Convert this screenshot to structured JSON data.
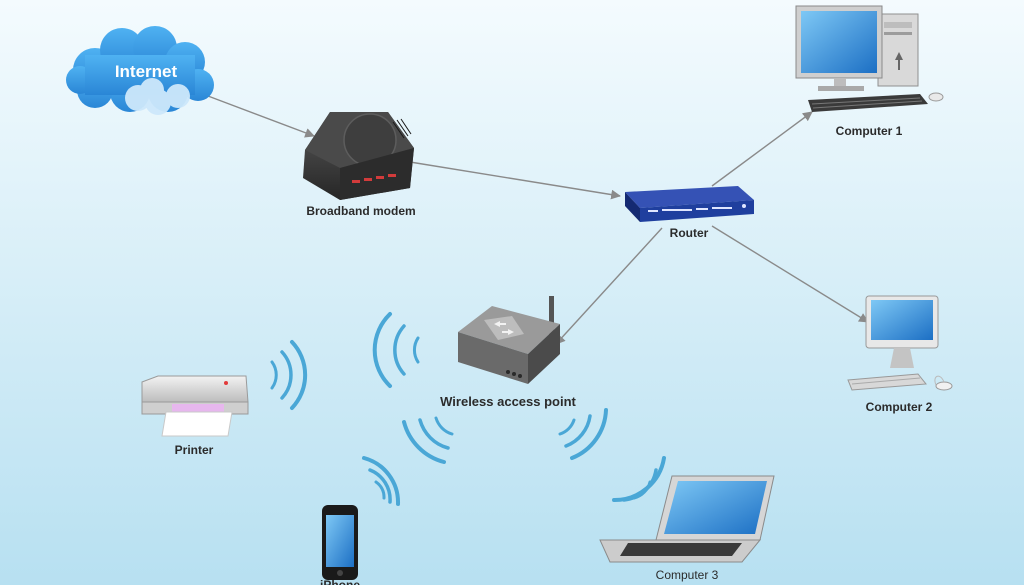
{
  "nodes": {
    "internet": {
      "label": "Internet"
    },
    "modem": {
      "label": "Broadband modem"
    },
    "router": {
      "label": "Router"
    },
    "computer1": {
      "label": "Computer 1"
    },
    "computer2": {
      "label": "Computer 2"
    },
    "access_point": {
      "label": "Wireless access point"
    },
    "printer": {
      "label": "Printer"
    },
    "phone": {
      "label": "iPhone"
    },
    "computer3": {
      "label": "Computer 3"
    }
  },
  "connections": [
    {
      "from": "internet",
      "to": "modem"
    },
    {
      "from": "modem",
      "to": "router"
    },
    {
      "from": "router",
      "to": "computer1"
    },
    {
      "from": "router",
      "to": "computer2"
    },
    {
      "from": "router",
      "to": "access_point"
    }
  ],
  "colors": {
    "background_top": "#f4fbfe",
    "background_bottom": "#b7e0f1",
    "cloud": "#3a9ee4",
    "wifi_waves": "#4aa7d6",
    "connector": "#8a8a8a",
    "router_body": "#1f3f9e"
  },
  "icons": {
    "internet": "cloud-icon",
    "modem": "modem-icon",
    "router": "router-icon",
    "computer1": "desktop-computer-icon",
    "computer2": "imac-icon",
    "access_point": "wireless-access-point-icon",
    "printer": "printer-icon",
    "phone": "smartphone-icon",
    "computer3": "laptop-icon"
  }
}
